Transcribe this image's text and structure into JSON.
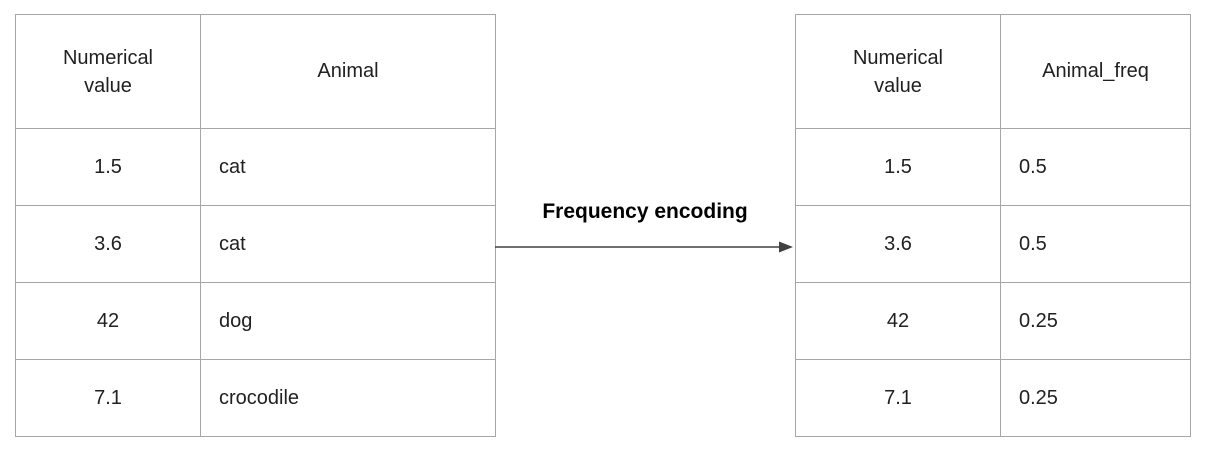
{
  "diagram": {
    "arrow_label": "Frequency encoding"
  },
  "left_table": {
    "headers": [
      "Numerical value",
      "Animal"
    ],
    "rows": [
      [
        "1.5",
        "cat"
      ],
      [
        "3.6",
        "cat"
      ],
      [
        "42",
        "dog"
      ],
      [
        "7.1",
        "crocodile"
      ]
    ]
  },
  "right_table": {
    "headers": [
      "Numerical value",
      "Animal_freq"
    ],
    "rows": [
      [
        "1.5",
        "0.5"
      ],
      [
        "3.6",
        "0.5"
      ],
      [
        "42",
        "0.25"
      ],
      [
        "7.1",
        "0.25"
      ]
    ]
  },
  "colors": {
    "table_border": "#a6a6a6",
    "text": "#212121",
    "arrow": "#404040",
    "label": "#000000"
  }
}
